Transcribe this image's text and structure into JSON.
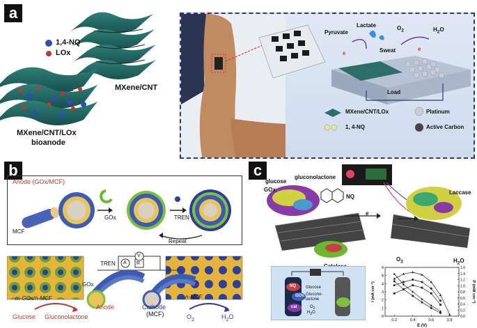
{
  "panel_a": {
    "letter": "a",
    "chem_labels": [
      "1,4-NQ",
      "LOx"
    ],
    "mxene_cnt": "MXene/CNT",
    "bioanode_line1": "MXene/CNT/LOx",
    "bioanode_line2": "bioanode",
    "reaction_labels": {
      "pyruvate": "Pyruvate",
      "lactate": "Lactate",
      "sweat": "Sweat",
      "o2": "O",
      "o2_sub": "2",
      "h2o": "H",
      "h2o_sub": "2",
      "h2o_end": "O",
      "load": "Load",
      "e1": "e",
      "e2": "e"
    },
    "legend": [
      "MXene/CNT/LOx",
      "Platinum",
      "1, 4-NQ",
      "Active Carbon"
    ]
  },
  "panel_b": {
    "letter": "b",
    "anode_title": "Anode (GOx/MCF)",
    "mcf": "MCF",
    "gox": "GOx",
    "tren": "TREN",
    "repeat": "Repeat",
    "gox2": "GOx",
    "tren2": "TREN",
    "meter_a": "A",
    "meter_v": "V",
    "meter_r": "R",
    "m_gox_mcf": "m-GOx/n-MCF",
    "n_mcf": "n-MCF",
    "anode": "Anode",
    "cathode": "Cathode",
    "cathode_sub": "(MCF)",
    "glucose": "Glucose",
    "gluconolactone": "Gluconolactone",
    "o2": "O",
    "o2_sub": "2",
    "h2o": "H",
    "h2o_sub": "2",
    "h2o_end": "O"
  },
  "panel_c": {
    "letter": "c",
    "glucose": "glucose",
    "gluconolactone": "gluconolactone",
    "gox": "GOx",
    "nq": "NQ",
    "laccase": "Laccase",
    "catalase": "Catalase",
    "o2": "O",
    "o2_sub": "2",
    "h2o": "H",
    "h2o_sub": "2",
    "h2o_end": "O",
    "electron": "e",
    "cell_labels": {
      "nq": "NQ",
      "gox": "GOx",
      "glucose": "Glucose",
      "gluconolactone1": "Glucono-",
      "gluconolactone2": "lactone",
      "cat": "cat",
      "o2": "O",
      "o2_sub": "2",
      "h2o": "H",
      "h2o_sub": "2",
      "h2o_end": "O"
    }
  },
  "chart_data": {
    "type": "line",
    "xlabel": "E (V)",
    "ylabel_left": "I (mA cm⁻²)",
    "ylabel_right": "P (mW cm⁻²)",
    "x_ticks": [
      "0.2",
      "0.4",
      "0.6",
      "0.8"
    ],
    "y_left_ticks": [
      "0",
      "1",
      "2",
      "3",
      "4",
      "5",
      "6"
    ],
    "y_right_ticks": [
      "0.0",
      "0.2",
      "0.4",
      "0.6",
      "0.8",
      "1.0",
      "1.2",
      "1.4",
      "1.6"
    ],
    "xlim": [
      0.1,
      0.9
    ],
    "ylim_left": [
      0,
      6
    ],
    "ylim_right": [
      0,
      1.6
    ],
    "series": [
      {
        "x": [
          0.2,
          0.3,
          0.4,
          0.5,
          0.6,
          0.7,
          0.8
        ],
        "y": [
          4.6,
          5.2,
          5.4,
          5.1,
          4.2,
          2.6,
          0.2
        ]
      },
      {
        "x": [
          0.2,
          0.3,
          0.4,
          0.5,
          0.6,
          0.7
        ],
        "y": [
          3.8,
          4.2,
          4.5,
          4.2,
          3.4,
          1.9
        ]
      },
      {
        "x": [
          0.2,
          0.3,
          0.4,
          0.5,
          0.6,
          0.7
        ],
        "y": [
          2.8,
          3.3,
          3.8,
          3.5,
          2.8,
          1.4
        ]
      },
      {
        "x": [
          0.2,
          0.3,
          0.4,
          0.5,
          0.6,
          0.7
        ],
        "y": [
          5.2,
          3.9,
          3.0,
          2.1,
          1.3,
          0.6
        ]
      },
      {
        "x": [
          0.2,
          0.3,
          0.4,
          0.5,
          0.6,
          0.7
        ],
        "y": [
          4.3,
          3.3,
          2.5,
          1.7,
          1.0,
          0.4
        ]
      }
    ]
  }
}
